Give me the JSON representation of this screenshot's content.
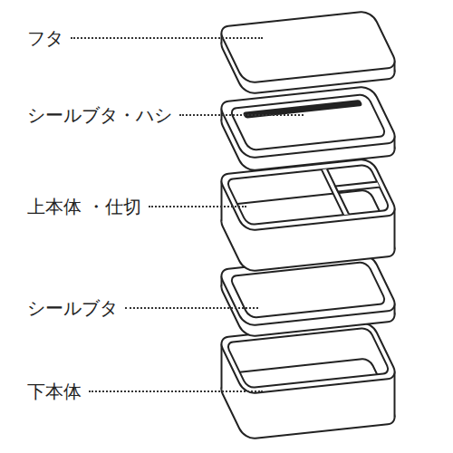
{
  "diagram": {
    "labels": [
      "フタ",
      "シールブタ・ハシ",
      "上本体 ・仕切",
      "シールブタ",
      "下本体"
    ]
  }
}
